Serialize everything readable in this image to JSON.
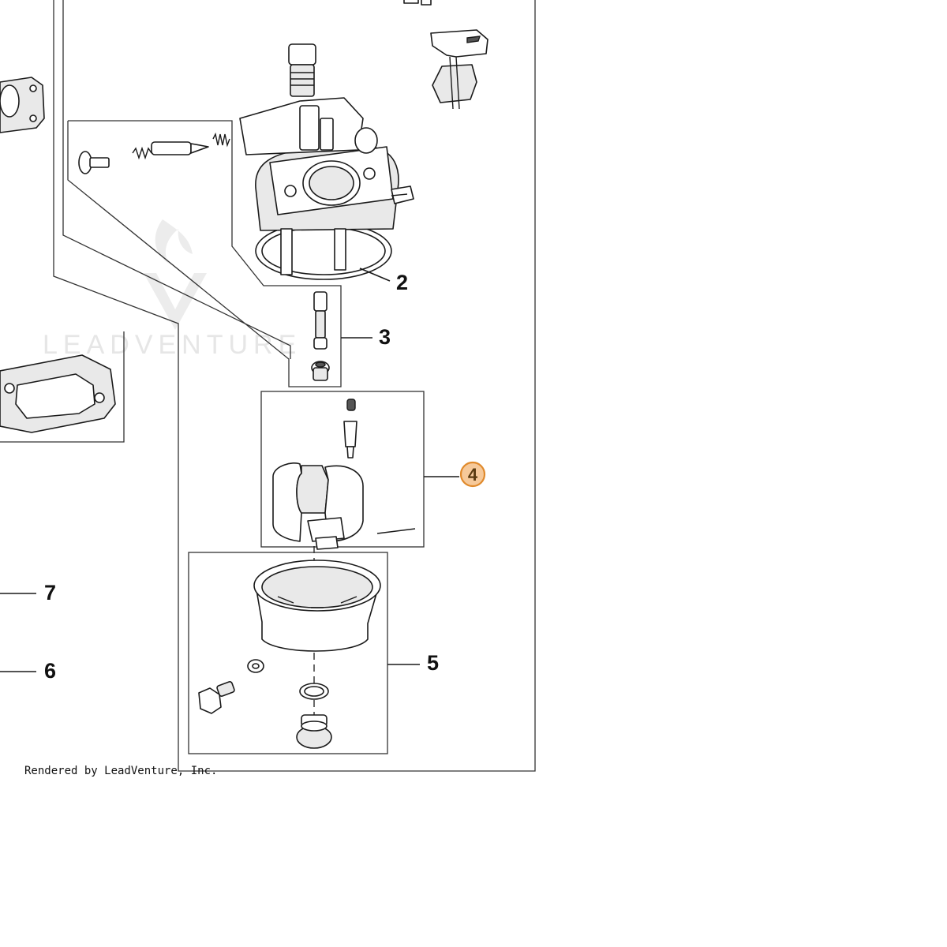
{
  "callouts": [
    {
      "id": "2",
      "label": "2",
      "highlighted": false
    },
    {
      "id": "3",
      "label": "3",
      "highlighted": false
    },
    {
      "id": "4",
      "label": "4",
      "highlighted": true
    },
    {
      "id": "5",
      "label": "5",
      "highlighted": false
    },
    {
      "id": "6",
      "label": "6",
      "highlighted": false
    },
    {
      "id": "7",
      "label": "7",
      "highlighted": false
    }
  ],
  "credit_text": "Rendered by LeadVenture, Inc.",
  "watermark_text": "LEADVENTURE",
  "colors": {
    "highlight_fill": "#f6c99a",
    "highlight_stroke": "#e08a2c",
    "highlight_text": "#5a3a10",
    "line": "#1a1a1a",
    "part_shade": "#e9e9e9",
    "watermark": "#e6e6e6"
  }
}
